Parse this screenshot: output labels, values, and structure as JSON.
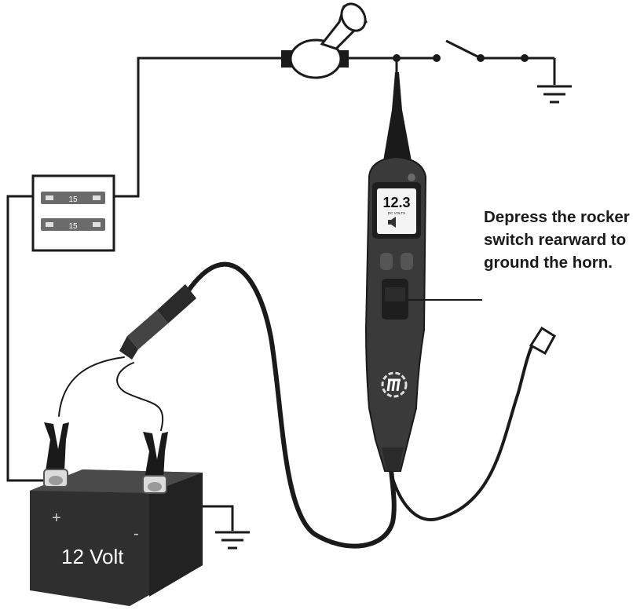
{
  "caption": {
    "lines": [
      "Depress the rocker",
      "switch rearward to",
      "ground the horn."
    ]
  },
  "battery": {
    "label": "12 Volt",
    "positive_symbol": "+",
    "negative_symbol": "-"
  },
  "fuse_box": {
    "fuses": [
      {
        "rating": "15"
      },
      {
        "rating": "15"
      }
    ]
  },
  "tester": {
    "display_value": "12.3",
    "display_unit": "DC VOLTS"
  },
  "colors": {
    "wire": "#1a1a1a",
    "tester_body": "#3a3a3a",
    "battery": "#2f2f2f"
  }
}
